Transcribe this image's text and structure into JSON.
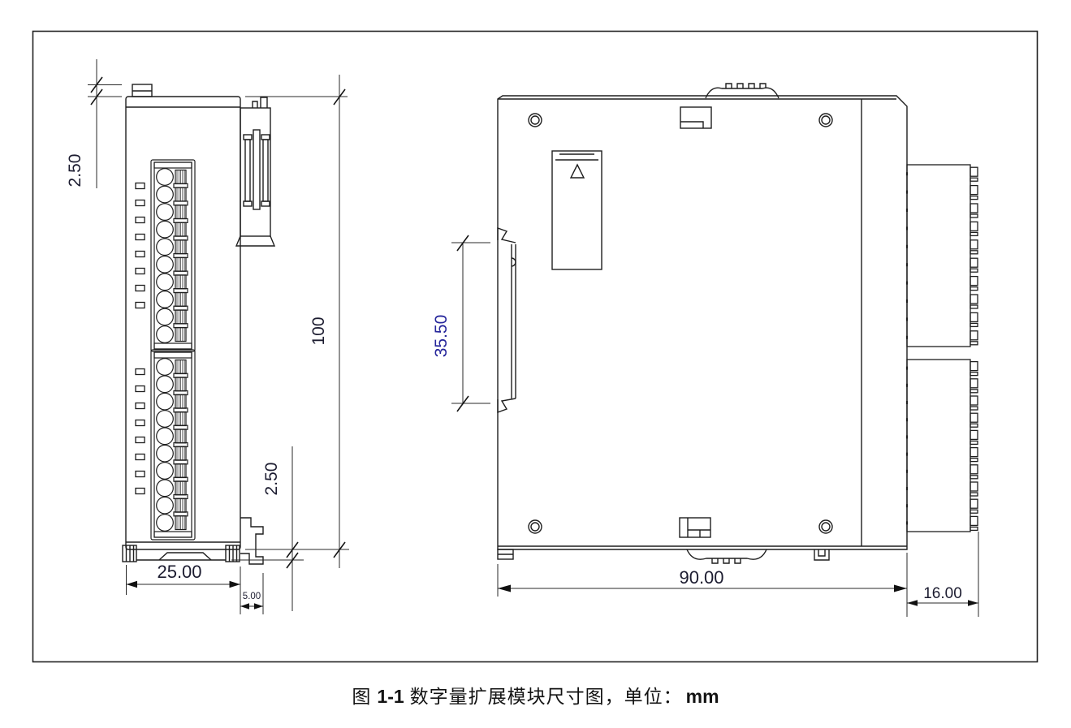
{
  "figure_caption": {
    "prefix": "图",
    "number": "1-1",
    "text": "数字量扩展模块尺寸图，单位：",
    "unit": "mm"
  },
  "dimensions": {
    "front_view": {
      "tab_height": "2.50",
      "body_height": "100",
      "latch_offset": "2.50",
      "body_width": "25.00",
      "connector_depth": "5.00"
    },
    "side_view": {
      "din_groove_height": "35.50",
      "body_width": "90.00",
      "terminal_depth": "16.00"
    }
  },
  "counts": {
    "terminal_blocks": 2,
    "terminals_per_block": 10,
    "led_groups": 2,
    "leds_per_group": 8,
    "screw_holes": 4,
    "housing_teeth": 10
  },
  "colors": {
    "background": "#ffffff",
    "line": "#1e1e1e",
    "dim_line": "#2a2a2a",
    "dim_text": "#1c1c30",
    "accent_blue_text": "#26269b"
  }
}
